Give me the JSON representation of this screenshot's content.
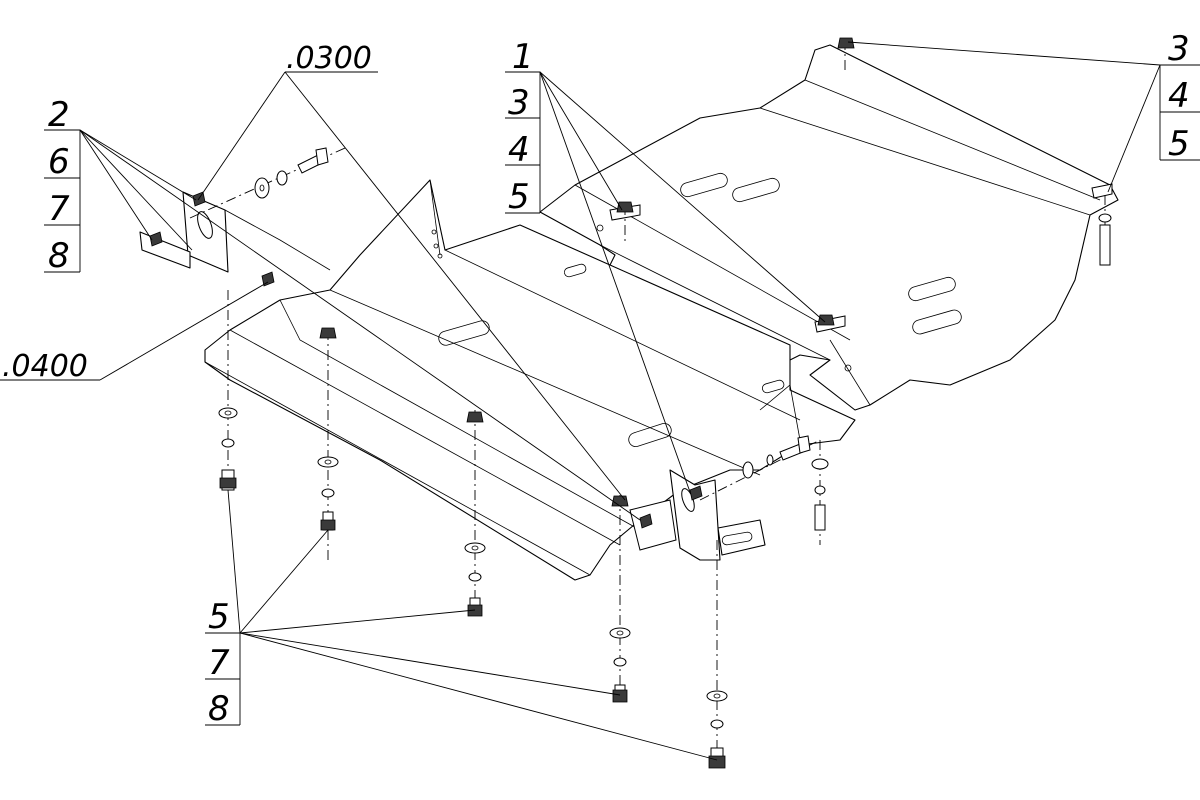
{
  "drawing": {
    "title": "Skid plate assembly exploded view",
    "callouts": {
      "ref_0300": ".0300",
      "ref_0400": ".0400",
      "top_center": [
        "1",
        "3",
        "4",
        "5"
      ],
      "top_right": [
        "3",
        "4",
        "5"
      ],
      "left": [
        "2",
        "6",
        "7",
        "8"
      ],
      "bottom": [
        "5",
        "7",
        "8"
      ]
    }
  }
}
